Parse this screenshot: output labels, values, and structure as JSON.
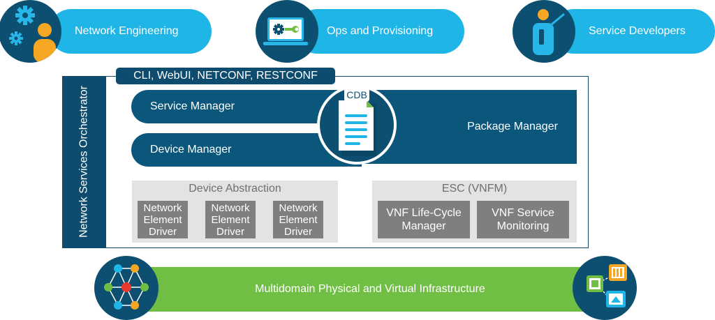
{
  "personas": [
    {
      "label": "Network Engineering",
      "icon": "engineer-gears-icon"
    },
    {
      "label": "Ops and Provisioning",
      "icon": "laptop-gear-wrench-icon"
    },
    {
      "label": "Service Developers",
      "icon": "presenter-icon"
    }
  ],
  "nso": {
    "label": "Network Services Orchestrator",
    "api_label": "CLI, WebUI, NETCONF, RESTCONF",
    "service_manager": "Service Manager",
    "device_manager": "Device Manager",
    "package_manager": "Package Manager",
    "cdb_label": "CDB",
    "device_abstraction": {
      "title": "Device Abstraction",
      "drivers": [
        "Network\nElement\nDriver",
        "Network\nElement\nDriver",
        "Network\nElement\nDriver"
      ]
    },
    "esc": {
      "title": "ESC (VNFM)",
      "boxes": [
        "VNF Life-Cycle\nManager",
        "VNF Service\nMonitoring"
      ]
    }
  },
  "infrastructure": {
    "label": "Multidomain Physical and Virtual Infrastructure",
    "left_icon": "network-mesh-icon",
    "right_icon": "virtual-devices-icon"
  },
  "colors": {
    "light_blue": "#1fb5e6",
    "dark_blue": "#0c4f70",
    "manager_blue": "#0b577c",
    "grey_panel": "#e3e3e3",
    "grey_box": "#7f7f7f",
    "green": "#70bf44"
  }
}
